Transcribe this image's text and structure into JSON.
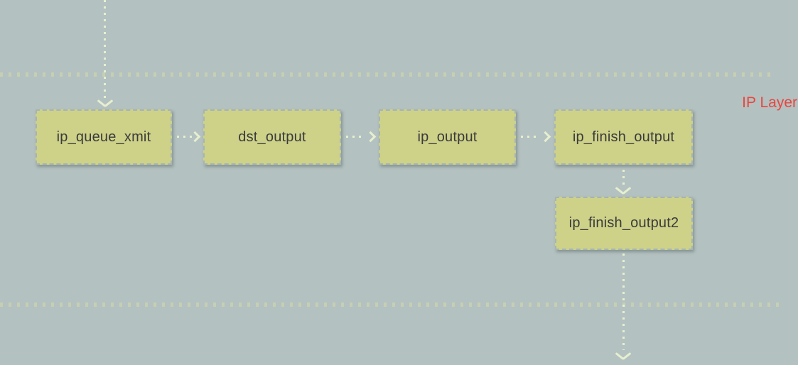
{
  "diagram": {
    "title_visible": false,
    "layer_label": "IP Layer",
    "nodes": [
      {
        "id": "ip_queue_xmit",
        "label": "ip_queue_xmit"
      },
      {
        "id": "dst_output",
        "label": "dst_output"
      },
      {
        "id": "ip_output",
        "label": "ip_output"
      },
      {
        "id": "ip_finish_output",
        "label": "ip_finish_output"
      },
      {
        "id": "ip_finish_output2",
        "label": "ip_finish_output2"
      }
    ],
    "edges": [
      {
        "from": "offscreen-top",
        "to": "ip_queue_xmit",
        "style": "dotted-arrow"
      },
      {
        "from": "ip_queue_xmit",
        "to": "dst_output",
        "style": "dotted-arrow"
      },
      {
        "from": "dst_output",
        "to": "ip_output",
        "style": "dotted-arrow"
      },
      {
        "from": "ip_output",
        "to": "ip_finish_output",
        "style": "dotted-arrow"
      },
      {
        "from": "ip_finish_output",
        "to": "ip_finish_output2",
        "style": "dotted-arrow"
      },
      {
        "from": "ip_finish_output2",
        "to": "offscreen-bottom",
        "style": "dotted-arrow"
      }
    ],
    "layer_boundaries": {
      "count": 2,
      "style": "dotted-line"
    },
    "colors": {
      "background": "#b4c1c1",
      "node_fill": "#ced289",
      "node_border": "#a6b4b2",
      "node_text": "#3b3b3b",
      "arrow": "#e6efcf",
      "boundary_dots": "#c6cfb2",
      "layer_label": "#e8463f"
    }
  }
}
